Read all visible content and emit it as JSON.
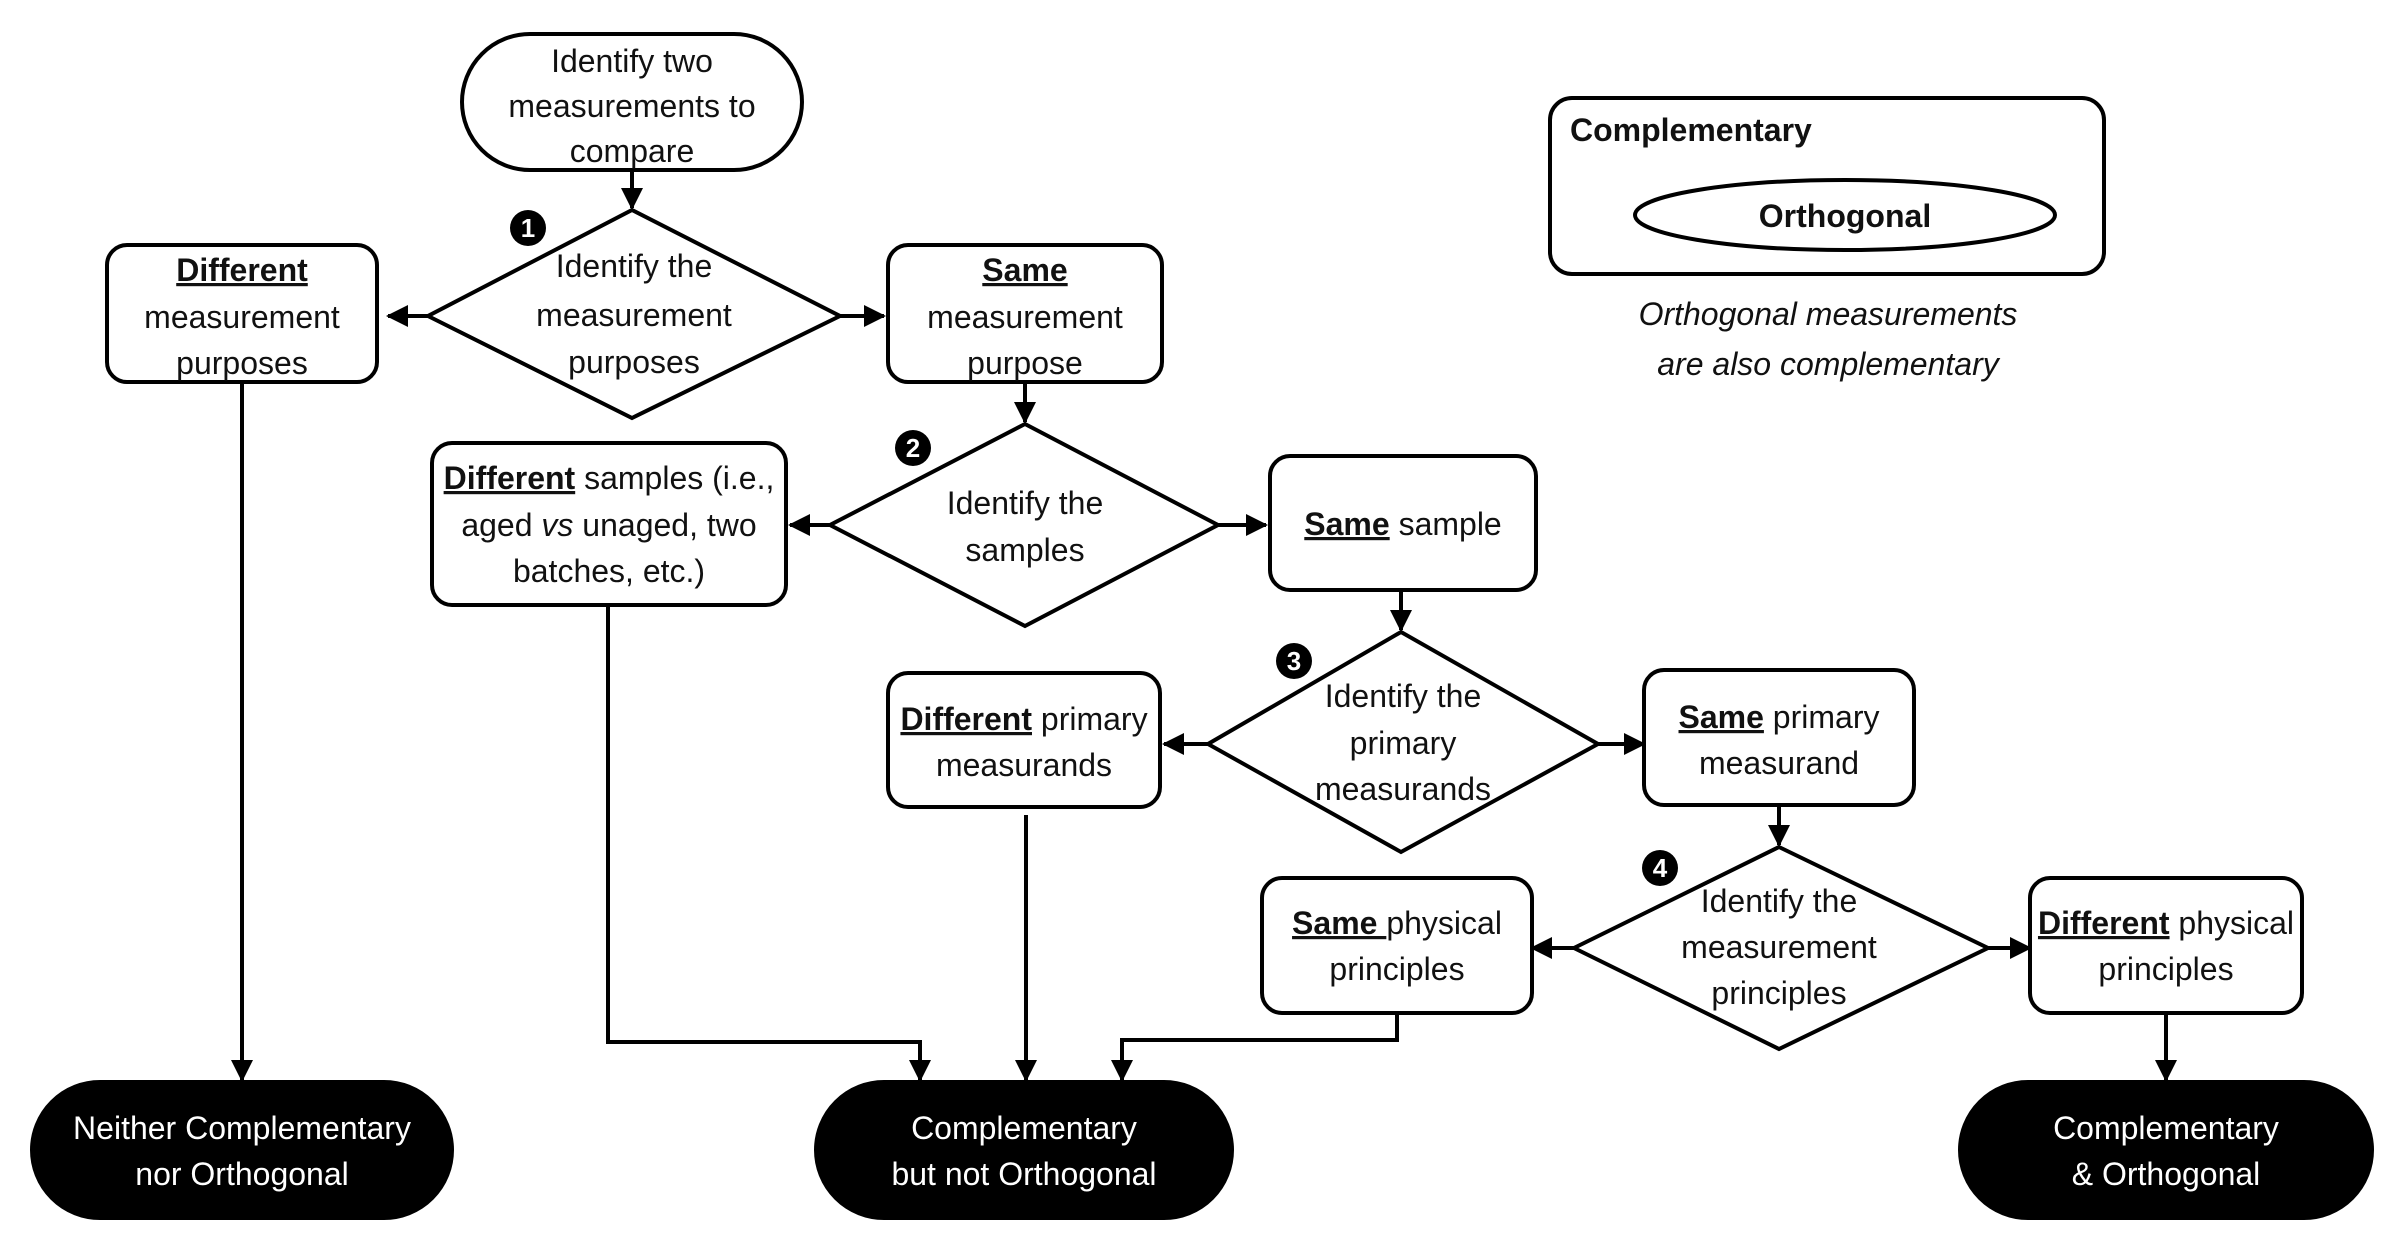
{
  "start": {
    "lines": [
      "Identify two",
      "measurements to",
      "compare"
    ]
  },
  "steps": [
    {
      "number": "1",
      "lines": [
        "Identify the",
        "measurement",
        "purposes"
      ]
    },
    {
      "number": "2",
      "lines": [
        "Identify the",
        "samples"
      ]
    },
    {
      "number": "3",
      "lines": [
        "Identify the",
        "primary",
        "measurands"
      ]
    },
    {
      "number": "4",
      "lines": [
        "Identify the",
        "measurement",
        "principles"
      ]
    }
  ],
  "outcomes": {
    "diff_purpose": {
      "key": "Different",
      "rest1": "",
      "line2": "measurement",
      "line3": "purposes"
    },
    "same_purpose": {
      "key": "Same",
      "rest1": "",
      "line2": "measurement",
      "line3": "purpose"
    },
    "diff_samples": {
      "key": "Different",
      "rest1": " samples (i.e.,",
      "line2a": "aged ",
      "line2b": "vs",
      "line2c": " unaged, two",
      "line3": "batches, etc.)"
    },
    "same_sample": {
      "key": "Same",
      "rest1": " sample"
    },
    "diff_measurands": {
      "key": "Different",
      "rest1": " primary",
      "line2": "measurands"
    },
    "same_measurand": {
      "key": "Same",
      "rest1": " primary",
      "line2": "measurand"
    },
    "same_principles": {
      "key": "Same ",
      "rest1": "physical",
      "line2": "principles"
    },
    "diff_principles": {
      "key": "Different",
      "rest1": " physical",
      "line2": "principles"
    }
  },
  "terminals": [
    {
      "lines": [
        "Neither Complementary",
        "nor Orthogonal"
      ]
    },
    {
      "lines": [
        "Complementary",
        "but not Orthogonal"
      ]
    },
    {
      "lines": [
        "Complementary",
        "& Orthogonal"
      ]
    }
  ],
  "legend": {
    "outer_label": "Complementary",
    "inner_label": "Orthogonal",
    "caption": [
      "Orthogonal measurements",
      "are also complementary"
    ]
  }
}
